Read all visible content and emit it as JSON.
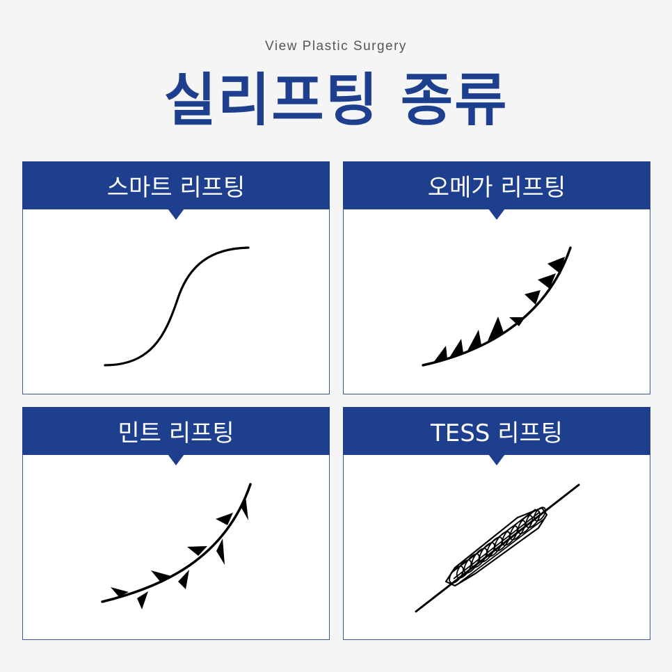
{
  "header": {
    "subtitle": "View Plastic Surgery",
    "title": "실리프팅 종류"
  },
  "cards": [
    {
      "label": "스마트 리프팅",
      "illustration": "smooth-s-curve-thread-icon"
    },
    {
      "label": "오메가 리프팅",
      "illustration": "barbed-omega-thread-icon"
    },
    {
      "label": "민트 리프팅",
      "illustration": "bidirectional-barb-thread-icon"
    },
    {
      "label": "TESS 리프팅",
      "illustration": "mesh-cog-thread-icon"
    }
  ],
  "colors": {
    "brand_blue": "#1d3f8e",
    "background": "#f5f5f6",
    "card_border": "#3b5898",
    "line": "#000000"
  }
}
